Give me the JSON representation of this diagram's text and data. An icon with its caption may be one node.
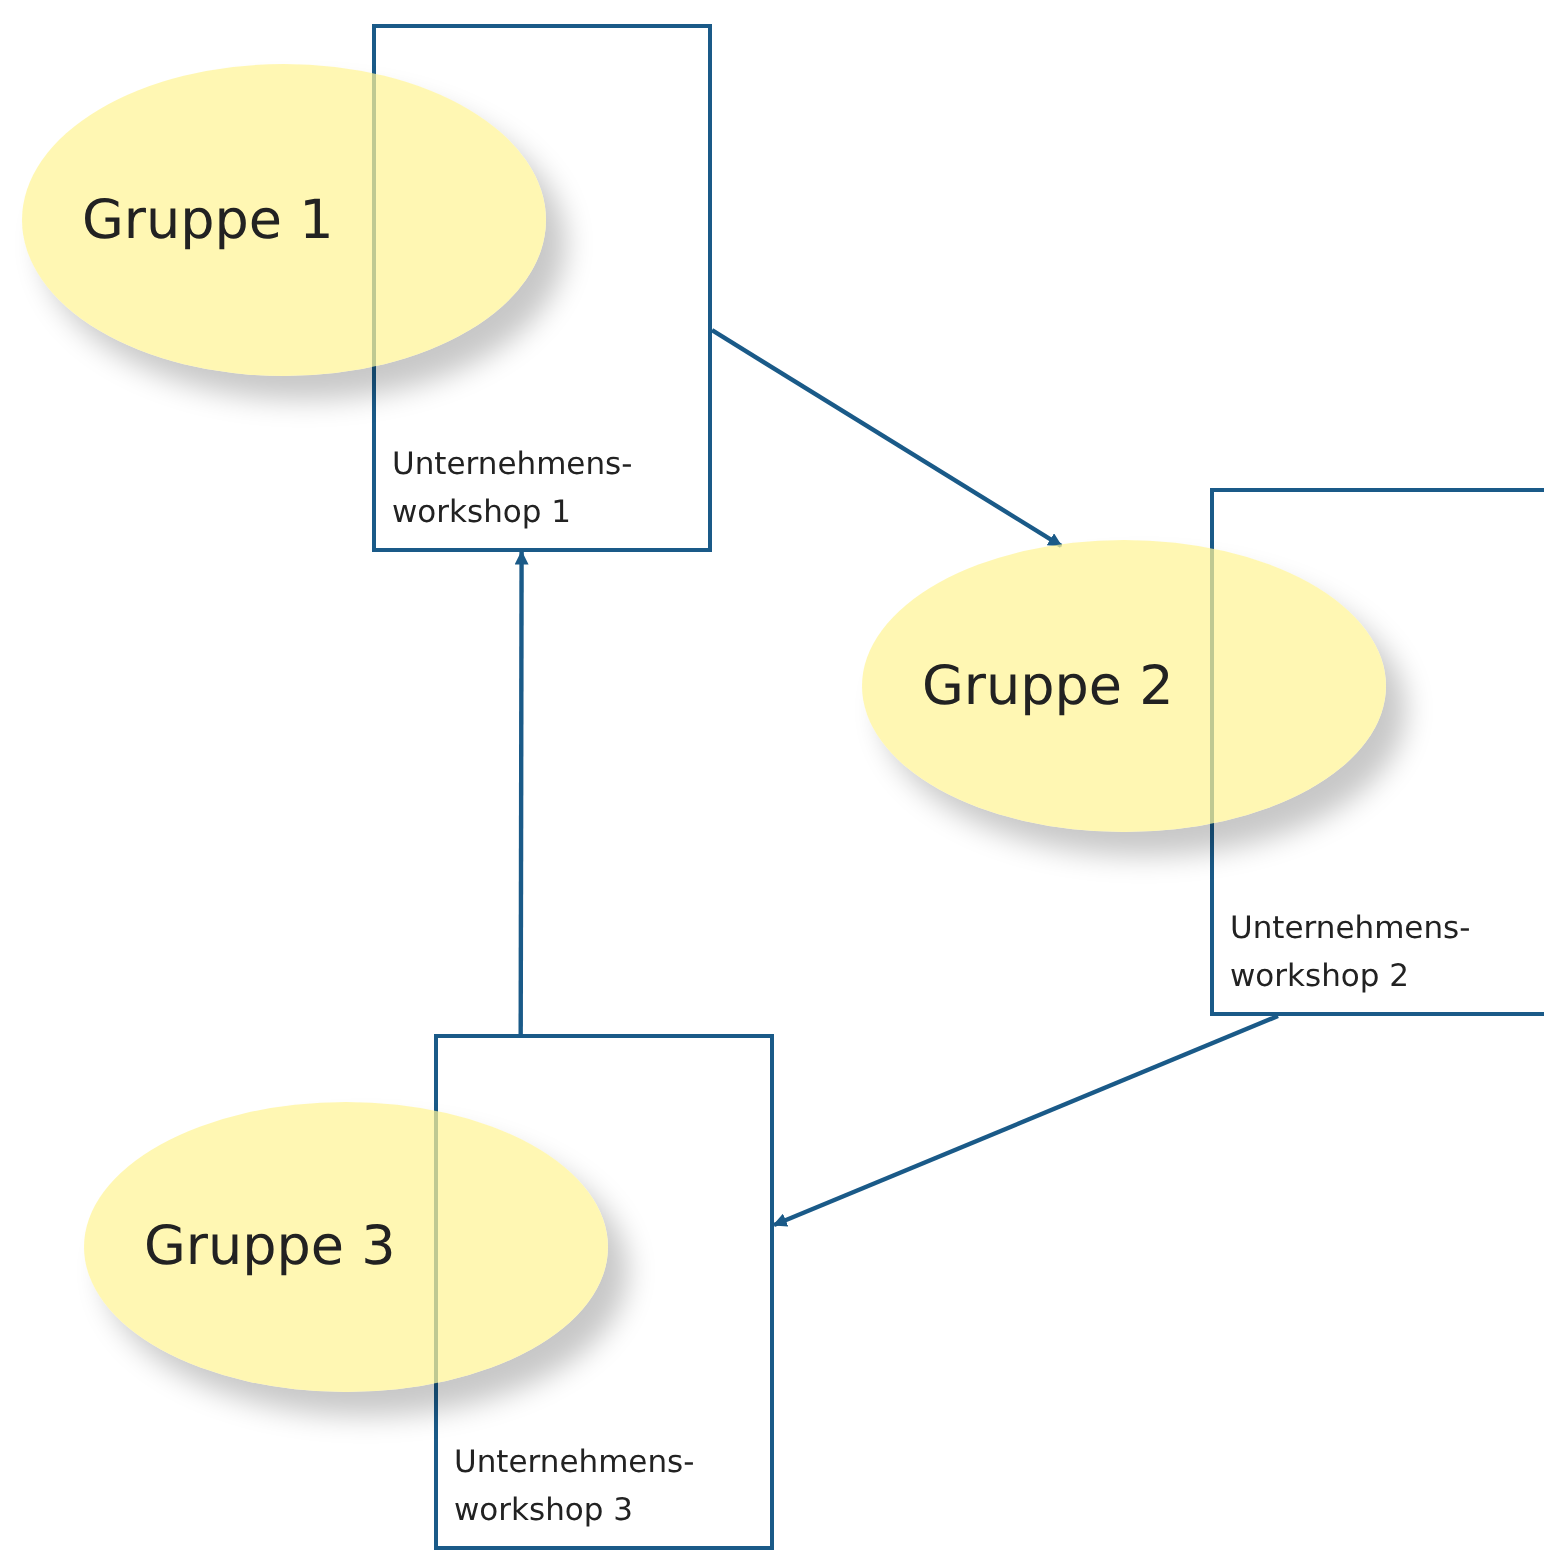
{
  "diagram": {
    "nodes": [
      {
        "text": [
          "Gruppe 1"
        ]
      },
      {
        "text": [
          "Unternehmens- workshop 1"
        ]
      },
      {
        "text": [
          "Gruppe 2"
        ]
      },
      {
        "text": [
          "Unternehmens- workshop 2"
        ]
      },
      {
        "text": [
          "Gruppe 3"
        ]
      },
      {
        "text": [
          "Unternehmens- workshop 3"
        ]
      }
    ],
    "edges": [
      {
        "from": 1,
        "to": 2,
        "arrow": "to"
      },
      {
        "from": 3,
        "to": 5,
        "arrow": "to"
      },
      {
        "from": 5,
        "to": 1,
        "arrow": "to"
      }
    ]
  }
}
